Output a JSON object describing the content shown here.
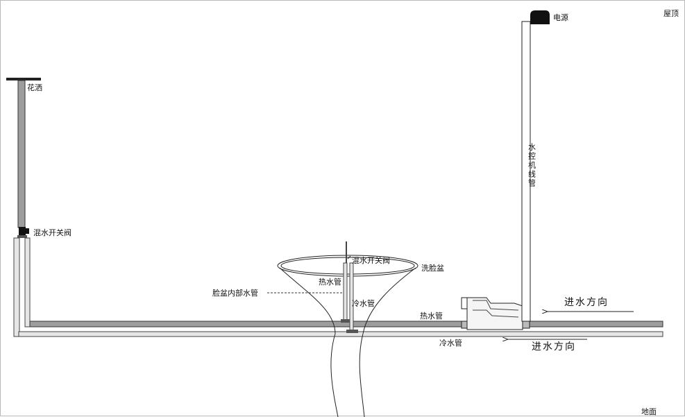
{
  "labels": {
    "roof": "屋顶",
    "ground": "地面",
    "power": "电源",
    "wire_pipe": "水控机线管",
    "shower": "花洒",
    "mix_valve_left": "混水开关阀",
    "mix_valve_basin": "混水开关阀",
    "basin": "洗脸盆",
    "basin_inner_pipe": "脸盆内部水管",
    "hot_pipe_basin": "热水管",
    "cold_pipe_basin": "冷水管",
    "hot_pipe_main": "热水管",
    "cold_pipe_main": "冷水管",
    "inflow_direction_top": "进水方向",
    "inflow_direction_bottom": "进水方向"
  },
  "colors": {
    "pipe_fill": "#9d9d9d",
    "pipe_light": "#e6e6e6",
    "line": "#222222",
    "border": "#b8b8b8"
  }
}
